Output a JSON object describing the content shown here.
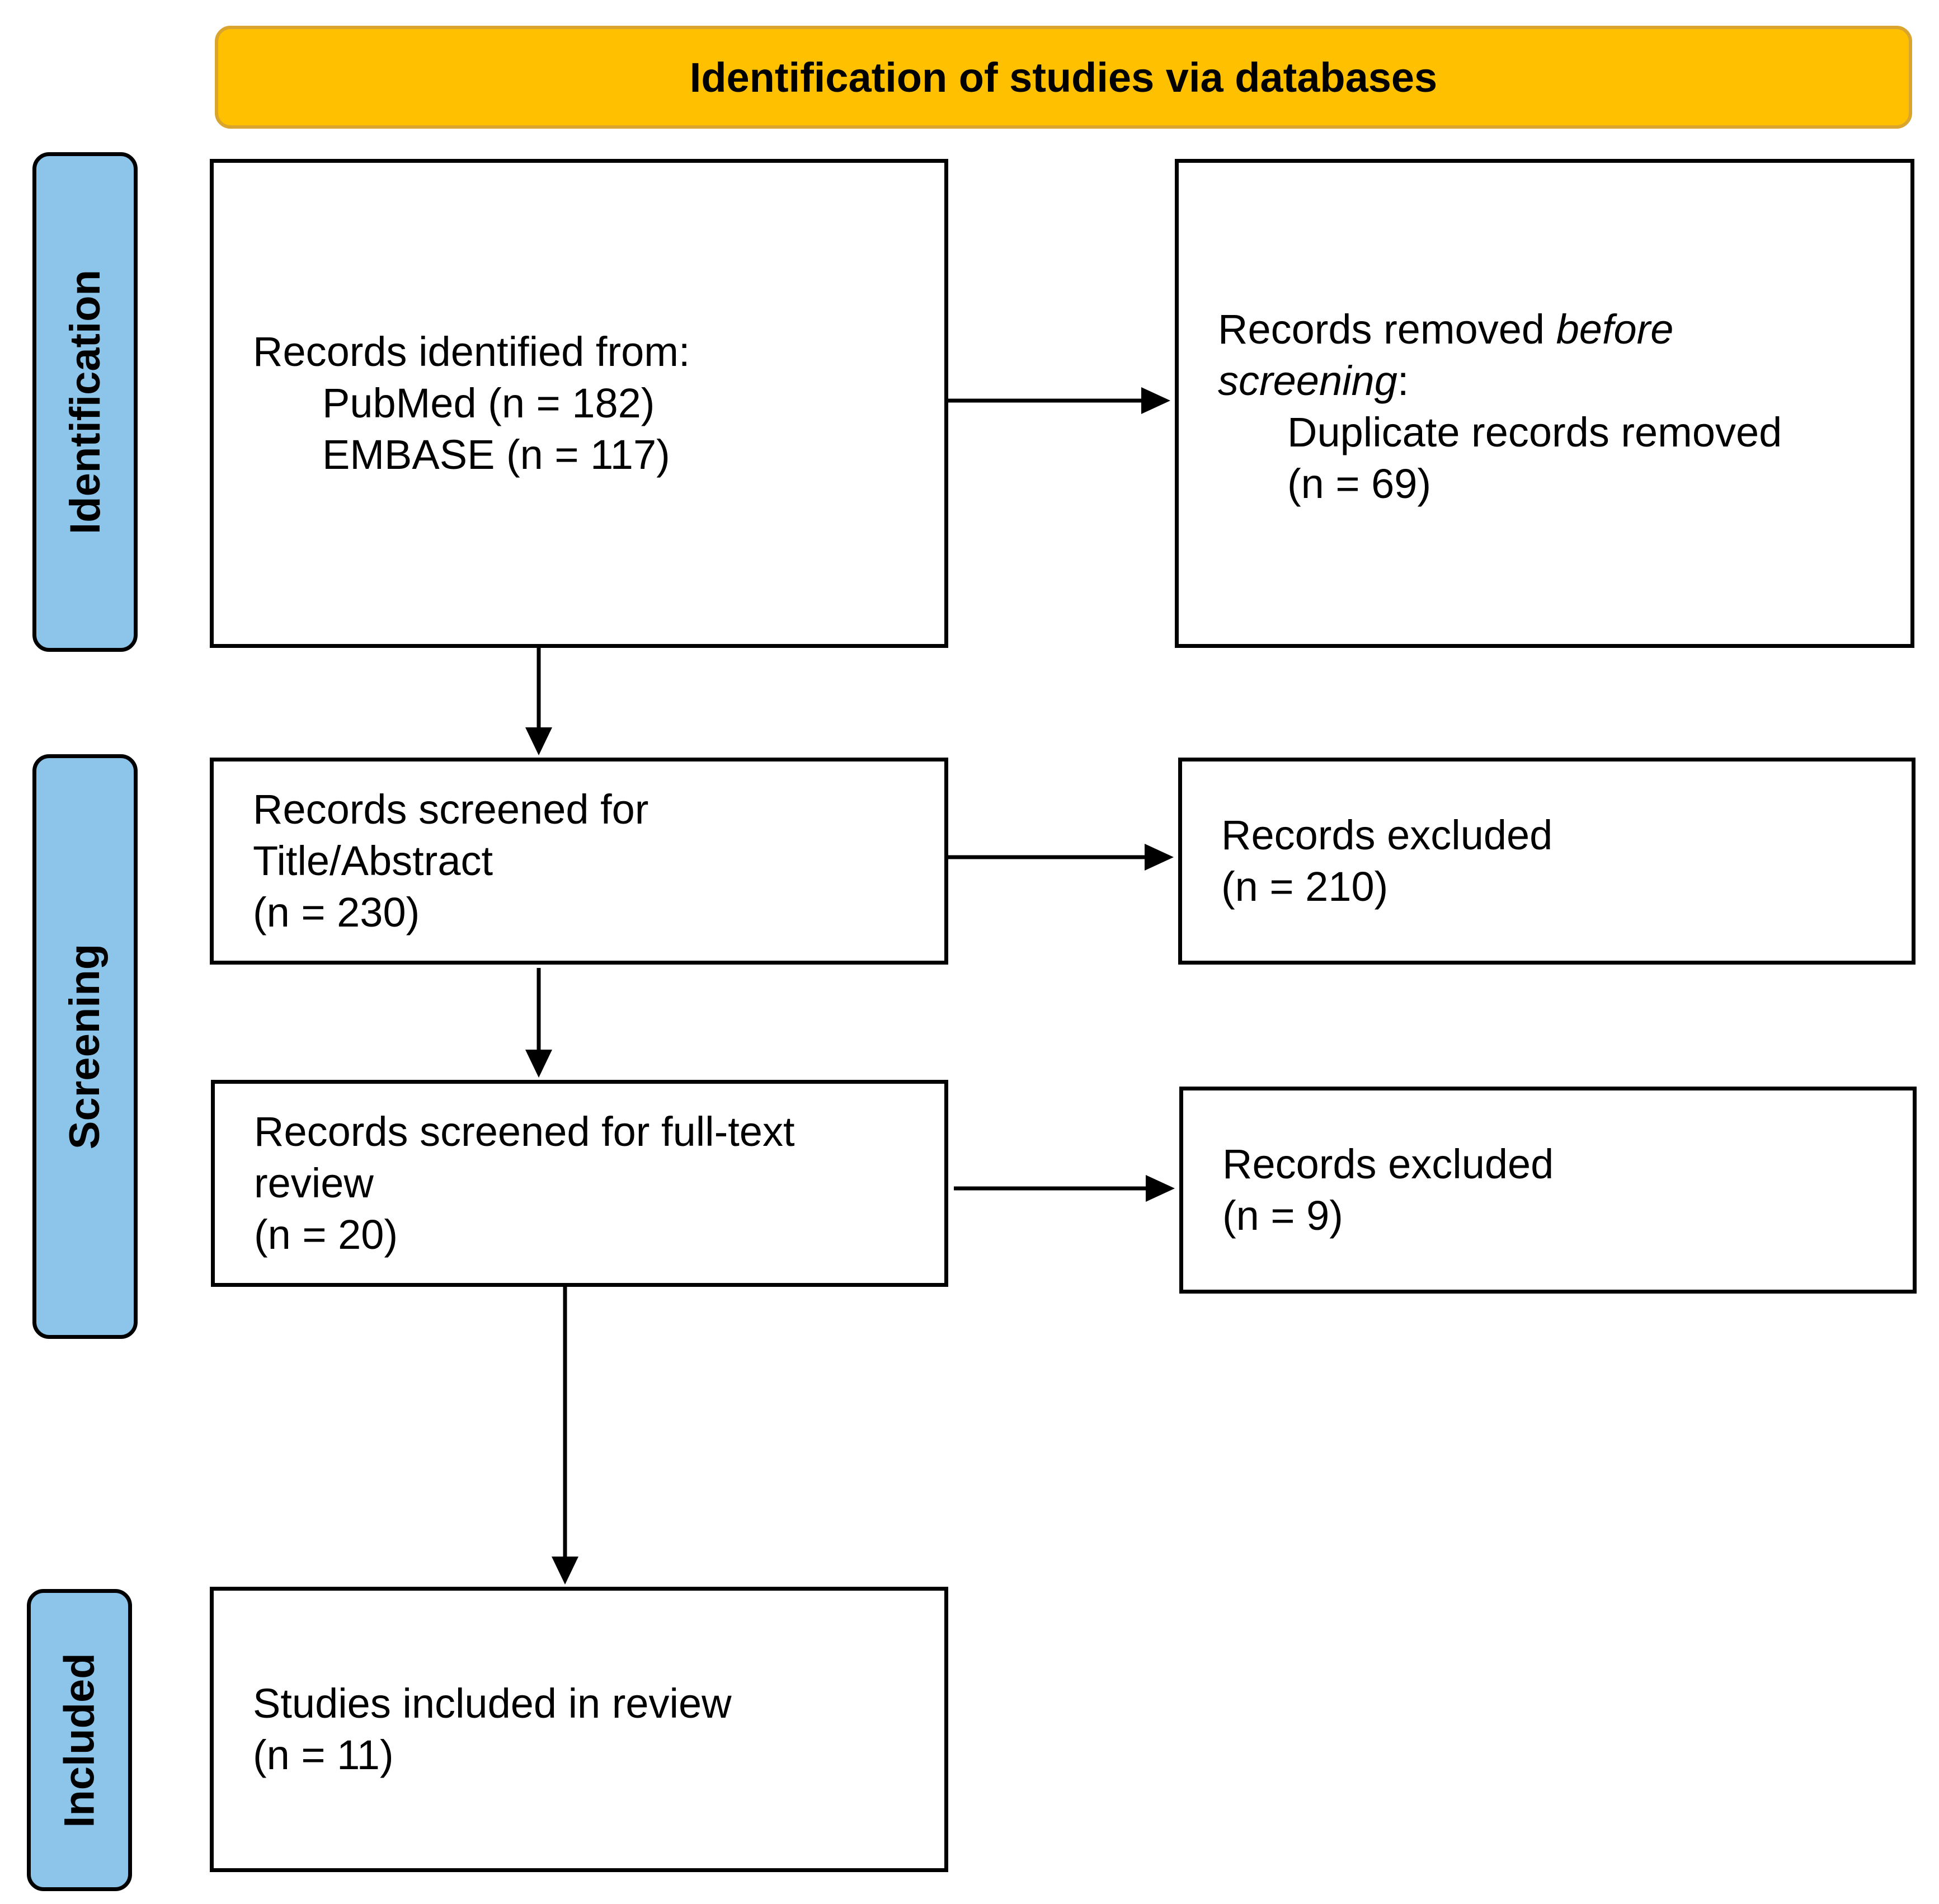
{
  "header": {
    "title": "Identification of studies via databases"
  },
  "phases": {
    "identification": "Identification",
    "screening": "Screening",
    "included": "Included"
  },
  "boxes": {
    "records_identified": {
      "line1": "Records identified from:",
      "line2": "PubMed (n = 182)",
      "line3": "EMBASE (n = 117)"
    },
    "records_removed": {
      "line1_prefix": "Records removed ",
      "line1_italic": "before",
      "line2_italic": "screening",
      "line2_suffix": ":",
      "line3": "Duplicate records removed",
      "line4": "(n = 69)"
    },
    "screened_title_abstract": {
      "line1": "Records screened for",
      "line2": "Title/Abstract",
      "line3": "(n = 230)"
    },
    "excluded_1": {
      "line1": "Records excluded",
      "line2": "(n = 210)"
    },
    "screened_full_text": {
      "line1": "Records screened for full-text",
      "line2": "review",
      "line3": "(n = 20)"
    },
    "excluded_2": {
      "line1": "Records excluded",
      "line2": "(n = 9)"
    },
    "included": {
      "line1": "Studies included in review",
      "line2": "(n = 11)"
    }
  }
}
